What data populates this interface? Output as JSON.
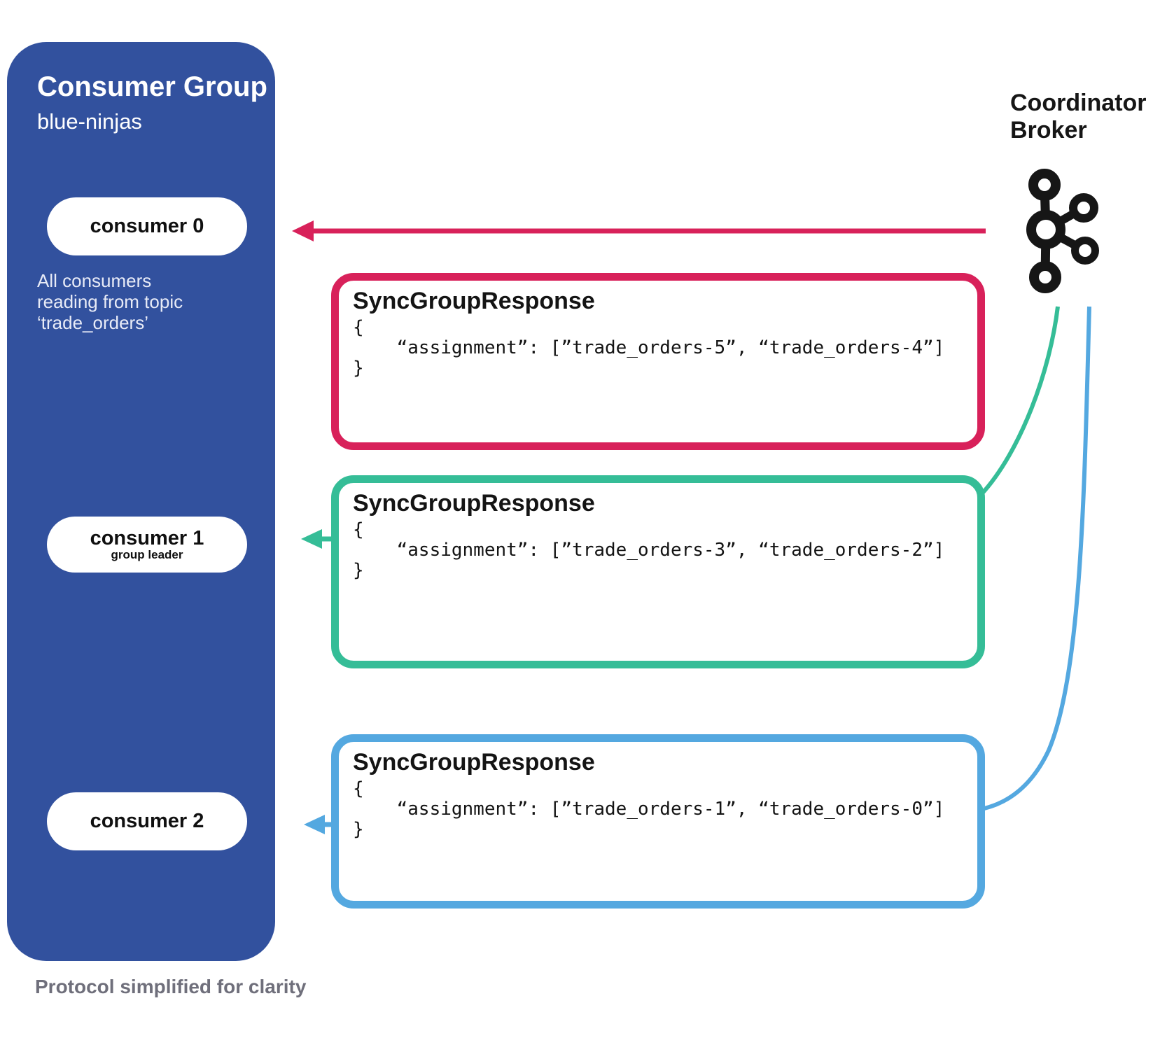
{
  "colors": {
    "panel_blue": "#32519e",
    "crimson": "#d8215a",
    "green": "#35bd97",
    "blue": "#54a8e0",
    "logo_black": "#161616",
    "footnote_gray": "#6f6f7b"
  },
  "consumer_group": {
    "title": "Consumer Group",
    "name": "blue-ninjas",
    "note": "All consumers\nreading from topic\n‘trade_orders’",
    "consumers": [
      {
        "label": "consumer 0"
      },
      {
        "label": "consumer 1",
        "role": "group leader"
      },
      {
        "label": "consumer 2"
      }
    ]
  },
  "coordinator": {
    "label": "Coordinator\nBroker",
    "icon": "kafka-logo"
  },
  "responses": [
    {
      "title": "SyncGroupResponse",
      "body": "{\n    “assignment”: [”trade_orders-5”, “trade_orders-4”]\n}",
      "accent": "#d8215a"
    },
    {
      "title": "SyncGroupResponse",
      "body": "{\n    “assignment”: [”trade_orders-3”, “trade_orders-2”]\n}",
      "accent": "#35bd97"
    },
    {
      "title": "SyncGroupResponse",
      "body": "{\n    “assignment”: [”trade_orders-1”, “trade_orders-0”]\n}",
      "accent": "#54a8e0"
    }
  ],
  "footnote": "Protocol simplified for clarity"
}
